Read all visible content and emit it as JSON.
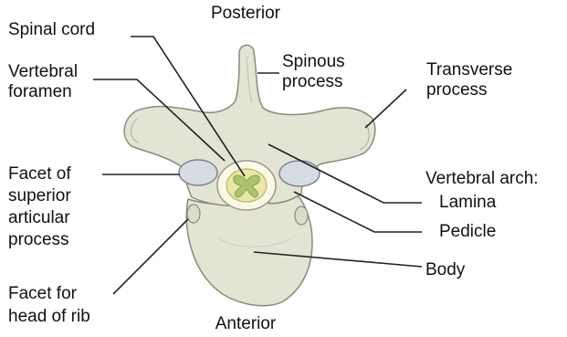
{
  "orientation": {
    "top": "Posterior",
    "bottom": "Anterior"
  },
  "labels": {
    "spinal_cord": "Spinal cord",
    "vertebral_foramen": [
      "Vertebral",
      "foramen"
    ],
    "spinous_process": [
      "Spinous",
      "process"
    ],
    "transverse_process": [
      "Transverse",
      "process"
    ],
    "facet_superior": [
      "Facet of",
      "superior",
      "articular",
      "process"
    ],
    "vertebral_arch": "Vertebral arch:",
    "lamina": "Lamina",
    "pedicle": "Pedicle",
    "body": "Body",
    "facet_rib": [
      "Facet for",
      "head of rib"
    ]
  },
  "colors": {
    "bone_fill": "#e4e4d4",
    "bone_stroke": "#8a8a7c",
    "facet_fill": "#d6dce2",
    "foramen_fill": "#fbf9e6",
    "spinal_cord_fill": "#e9e6a6",
    "grey_matter_fill": "#a9c46c",
    "leader_line": "#222222"
  }
}
